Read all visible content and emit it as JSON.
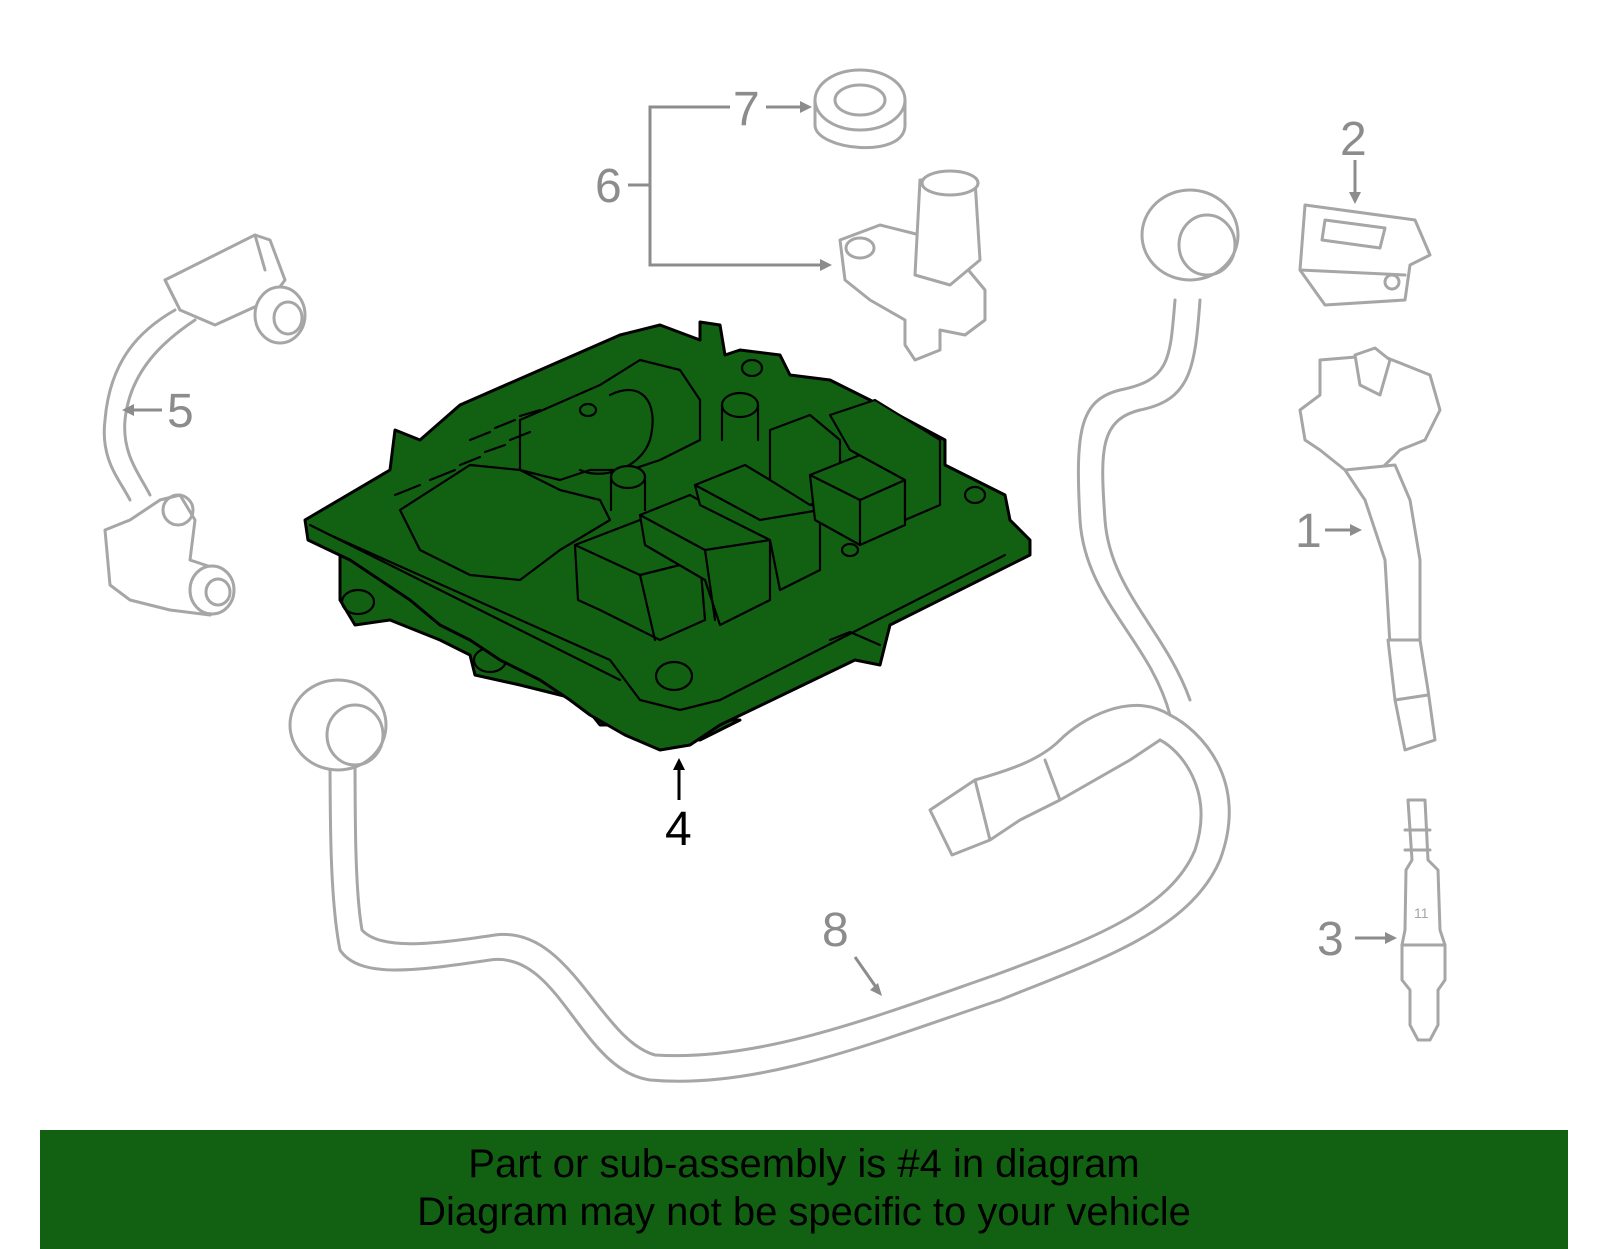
{
  "diagram": {
    "highlight_color": "#126112",
    "ghost_color": "#a6a6a6",
    "callouts": [
      {
        "id": "1",
        "label": "1"
      },
      {
        "id": "2",
        "label": "2"
      },
      {
        "id": "3",
        "label": "3"
      },
      {
        "id": "4",
        "label": "4"
      },
      {
        "id": "5",
        "label": "5"
      },
      {
        "id": "6",
        "label": "6"
      },
      {
        "id": "7",
        "label": "7"
      },
      {
        "id": "8",
        "label": "8"
      }
    ],
    "plug_marking": "11"
  },
  "banner": {
    "line1": "Part or sub-assembly is #4 in diagram",
    "line2": "Diagram may not be specific to your vehicle",
    "background": "#126112"
  }
}
